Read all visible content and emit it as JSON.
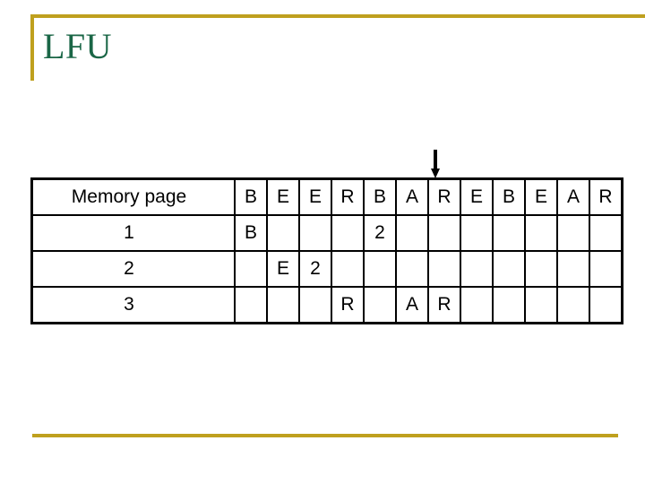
{
  "slide": {
    "title": "LFU",
    "accent_color": "#BFA01E",
    "title_color": "#1A6646",
    "letter_color": "#CC99DD",
    "count_color": "#B01030"
  },
  "pointer": {
    "icon": "arrow-down-icon",
    "target_column_index": 7,
    "target_column_label": "R"
  },
  "table": {
    "header": {
      "label": "Memory page",
      "sequence": [
        "B",
        "E",
        "E",
        "R",
        "B",
        "A",
        "R",
        "E",
        "B",
        "E",
        "A",
        "R"
      ]
    },
    "rows": [
      {
        "label": "1",
        "cells": [
          {
            "text": "B",
            "kind": "letter"
          },
          {
            "text": "",
            "kind": "empty"
          },
          {
            "text": "",
            "kind": "empty"
          },
          {
            "text": "",
            "kind": "empty"
          },
          {
            "text": "2",
            "kind": "count"
          },
          {
            "text": "",
            "kind": "empty"
          },
          {
            "text": "",
            "kind": "empty"
          },
          {
            "text": "",
            "kind": "empty"
          },
          {
            "text": "",
            "kind": "empty"
          },
          {
            "text": "",
            "kind": "empty"
          },
          {
            "text": "",
            "kind": "empty"
          },
          {
            "text": "",
            "kind": "empty"
          }
        ]
      },
      {
        "label": "2",
        "cells": [
          {
            "text": "",
            "kind": "empty"
          },
          {
            "text": "E",
            "kind": "letter"
          },
          {
            "text": "2",
            "kind": "count"
          },
          {
            "text": "",
            "kind": "empty"
          },
          {
            "text": "",
            "kind": "empty"
          },
          {
            "text": "",
            "kind": "empty"
          },
          {
            "text": "",
            "kind": "empty"
          },
          {
            "text": "",
            "kind": "empty"
          },
          {
            "text": "",
            "kind": "empty"
          },
          {
            "text": "",
            "kind": "empty"
          },
          {
            "text": "",
            "kind": "empty"
          },
          {
            "text": "",
            "kind": "empty"
          }
        ]
      },
      {
        "label": "3",
        "cells": [
          {
            "text": "",
            "kind": "empty"
          },
          {
            "text": "",
            "kind": "empty"
          },
          {
            "text": "",
            "kind": "empty"
          },
          {
            "text": "R",
            "kind": "letter"
          },
          {
            "text": "",
            "kind": "empty"
          },
          {
            "text": "A",
            "kind": "letter"
          },
          {
            "text": "R",
            "kind": "letter"
          },
          {
            "text": "",
            "kind": "empty"
          },
          {
            "text": "",
            "kind": "empty"
          },
          {
            "text": "",
            "kind": "empty"
          },
          {
            "text": "",
            "kind": "empty"
          },
          {
            "text": "",
            "kind": "empty"
          }
        ]
      }
    ]
  }
}
